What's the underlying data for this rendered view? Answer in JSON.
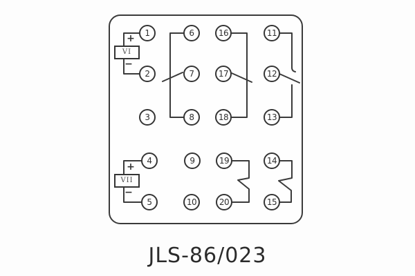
{
  "figure": {
    "caption": "JLS-86/023",
    "panel": {
      "terminals": [
        "1",
        "2",
        "3",
        "4",
        "5",
        "6",
        "7",
        "8",
        "9",
        "10",
        "11",
        "12",
        "13",
        "14",
        "15",
        "16",
        "17",
        "18",
        "19",
        "20"
      ],
      "components": [
        {
          "label": "VI",
          "plus": "+",
          "minus": "−"
        },
        {
          "label": "VII",
          "plus": "+",
          "minus": "−"
        }
      ]
    },
    "colors": {
      "line": "#3a3a3a",
      "background": "#fdfdfd"
    }
  }
}
